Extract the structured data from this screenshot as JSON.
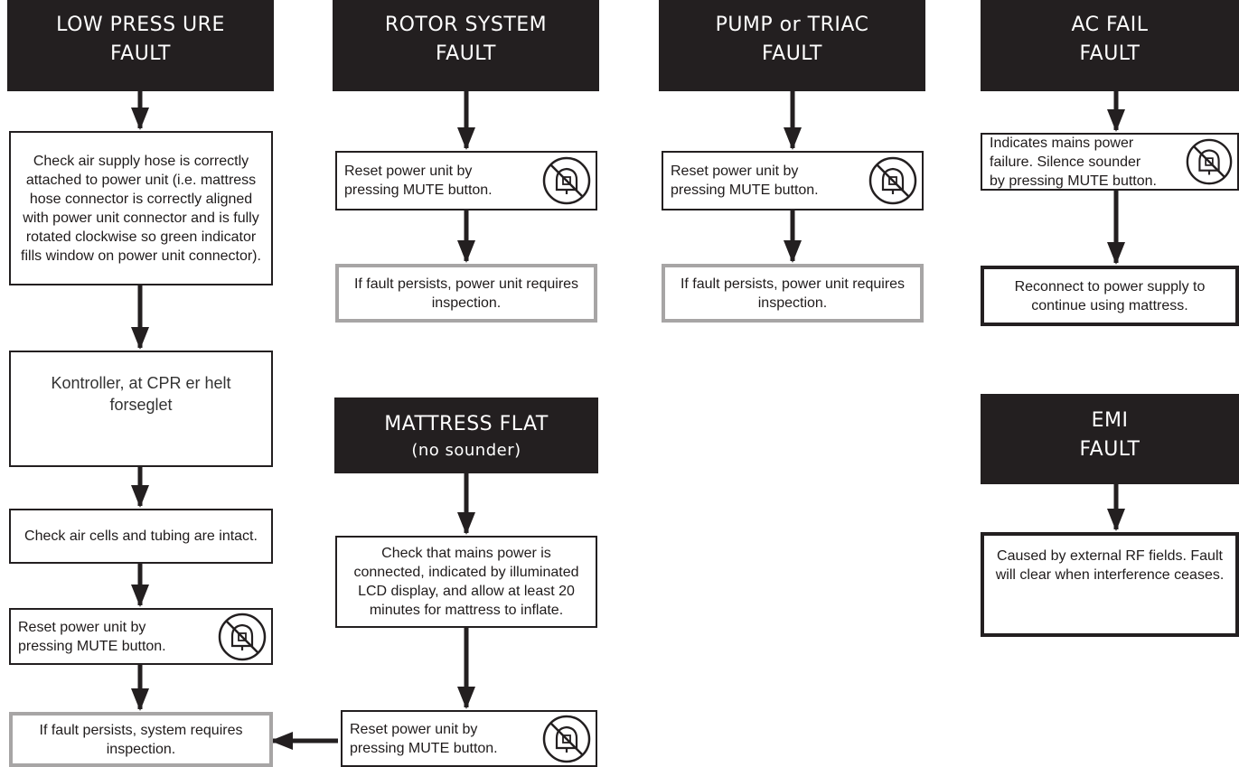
{
  "colors": {
    "header_bg": "#231f20",
    "header_text": "#ffffff",
    "grey_border": "#a7a5a5",
    "line": "#231f20"
  },
  "icons": {
    "mute": "mute-bell-crossed-icon",
    "arrow": "arrow-head-icon"
  },
  "diagram": {
    "low_pressure": {
      "header_line1": "LOW PRESS URE",
      "header_line2": "FAULT",
      "step1": "Check air supply hose is correctly attached to power unit (i.e. mattress hose connector is correctly aligned with power unit connector and is fully rotated clockwise so green indicator fills window on power unit connector).",
      "step2": "Kontroller, at CPR er helt forseglet",
      "step3": "Check air cells and tubing are intact.",
      "step4_line1": "Reset power unit by",
      "step4_line2": "pressing MUTE button.",
      "step5": "If fault persists, system requires inspection."
    },
    "rotor": {
      "header_line1": "ROTOR SYSTEM",
      "header_line2": "FAULT",
      "step1_line1": "Reset power unit by",
      "step1_line2": "pressing MUTE button.",
      "step2": "If fault persists, power unit requires inspection."
    },
    "pump": {
      "header_line1": "PUMP or TRIAC",
      "header_line2": "FAULT",
      "step1_line1": "Reset power unit by",
      "step1_line2": "pressing MUTE button.",
      "step2": "If fault persists, power unit requires inspection."
    },
    "ac_fail": {
      "header_line1": "AC FAIL",
      "header_line2": "FAULT",
      "step1_line1": "Indicates mains power",
      "step1_line2": "failure. Silence sounder",
      "step1_line3": "by pressing MUTE button.",
      "step2": "Reconnect to power supply to continue using mattress."
    },
    "mattress_flat": {
      "header_line1": "MATTRESS FLAT",
      "header_line2": "(no sounder)",
      "step1": "Check that mains power is connected, indicated by illuminated LCD display, and allow at least 20 minutes for mattress to inflate.",
      "step2_line1": "Reset power unit by",
      "step2_line2": "pressing MUTE button."
    },
    "emi": {
      "header_line1": "EMI",
      "header_line2": "FAULT",
      "step1": "Caused by external RF fields. Fault will clear when interference ceases."
    }
  }
}
